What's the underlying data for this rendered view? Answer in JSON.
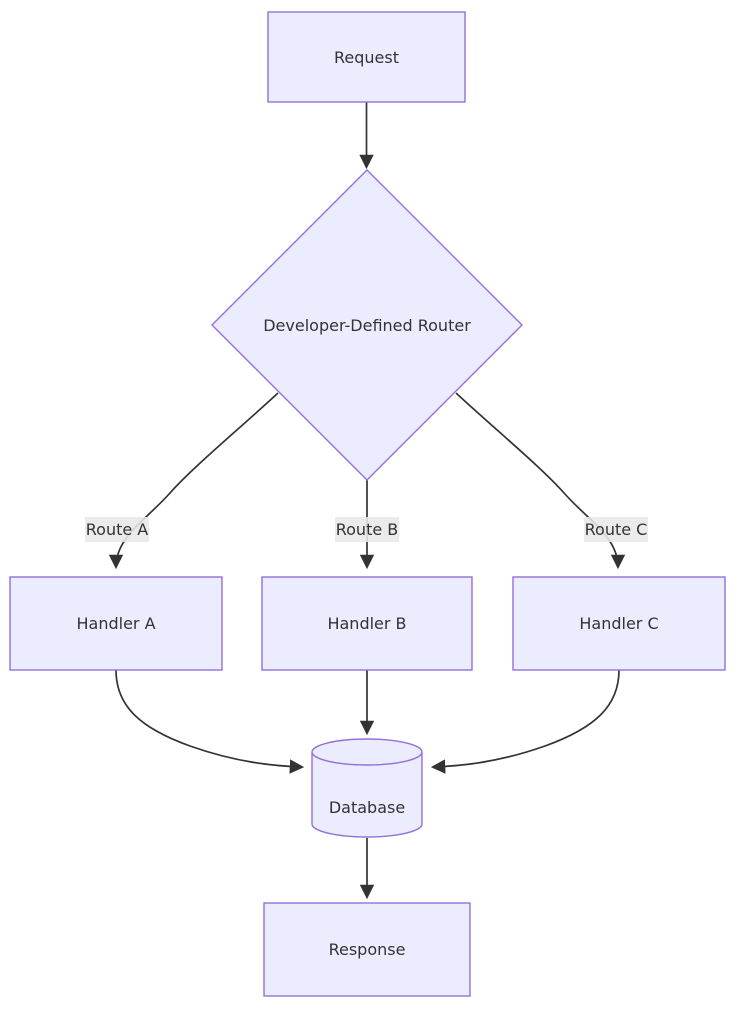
{
  "diagram": {
    "type": "flowchart",
    "direction": "top-down",
    "nodes": [
      {
        "id": "request",
        "label": "Request",
        "shape": "rectangle"
      },
      {
        "id": "router",
        "label": "Developer-Defined Router",
        "shape": "diamond"
      },
      {
        "id": "handler_a",
        "label": "Handler A",
        "shape": "rectangle"
      },
      {
        "id": "handler_b",
        "label": "Handler B",
        "shape": "rectangle"
      },
      {
        "id": "handler_c",
        "label": "Handler C",
        "shape": "rectangle"
      },
      {
        "id": "database",
        "label": "Database",
        "shape": "cylinder"
      },
      {
        "id": "response",
        "label": "Response",
        "shape": "rectangle"
      }
    ],
    "edges": [
      {
        "from": "request",
        "to": "router",
        "label": ""
      },
      {
        "from": "router",
        "to": "handler_a",
        "label": "Route A"
      },
      {
        "from": "router",
        "to": "handler_b",
        "label": "Route B"
      },
      {
        "from": "router",
        "to": "handler_c",
        "label": "Route C"
      },
      {
        "from": "handler_a",
        "to": "database",
        "label": ""
      },
      {
        "from": "handler_b",
        "to": "database",
        "label": ""
      },
      {
        "from": "handler_c",
        "to": "database",
        "label": ""
      },
      {
        "from": "database",
        "to": "response",
        "label": ""
      }
    ],
    "colors": {
      "node_fill": "#ECECFF",
      "node_border": "#9370DB",
      "edge_line": "#333333",
      "edge_label_bg": "#e8e8e8",
      "text": "#333333",
      "background": "#ffffff"
    }
  }
}
